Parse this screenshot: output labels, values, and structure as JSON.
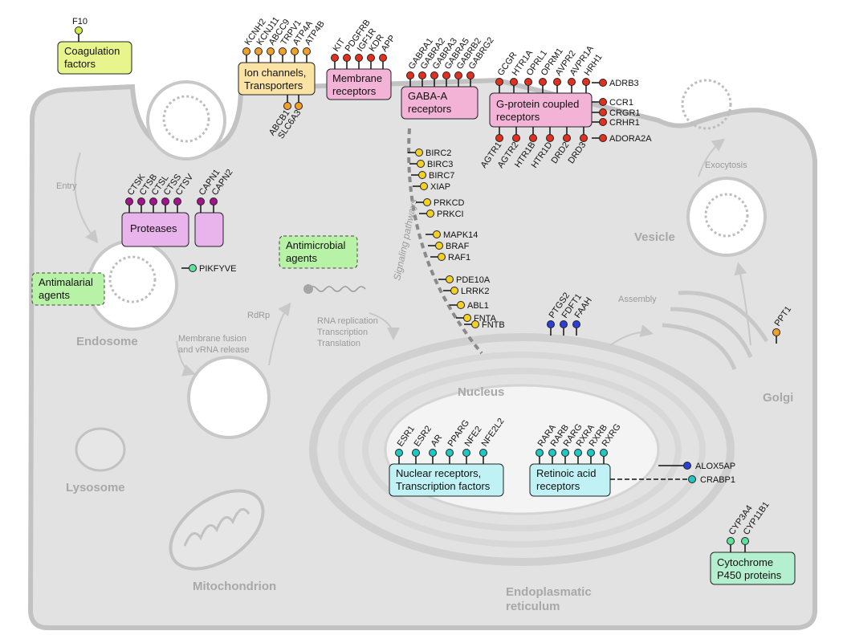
{
  "colors": {
    "yellow_green": "#d4e84a",
    "orange": "#f0a028",
    "red": "#e0301e",
    "pink": "#f2b3d6",
    "purple": "#a4138d",
    "purple_box": "#e9b3ec",
    "yellow": "#f2d024",
    "green": "#5ce39a",
    "blue": "#2b3fd6",
    "cyan": "#1fc7c0",
    "cyan_box": "#bff1f5",
    "mint_box": "#b4f0cf",
    "coag_box": "#e8f58c",
    "ion_box": "#fbe3a6",
    "antimal_box": "#b8f2a6",
    "cell_fill": "#e2e2e2",
    "line_gray": "#bdbdbd"
  },
  "groups": {
    "coagulation": {
      "label": [
        "Coagulation",
        "factors"
      ],
      "genes": [
        "F10"
      ]
    },
    "ion": {
      "label": [
        "Ion channels,",
        "Transporters"
      ],
      "genes_top": [
        "KCNH2",
        "KCNJ11",
        "ABCC9",
        "TRPV1",
        "ATP4A",
        "ATP4B"
      ],
      "genes_bottom": [
        "ABCB1",
        "SLC6A3"
      ]
    },
    "membrane": {
      "label": [
        "Membrane",
        "receptors"
      ],
      "genes": [
        "KIT",
        "PDGFRB",
        "IGF1R",
        "KDR",
        "APP"
      ]
    },
    "gaba": {
      "label": [
        "GABA-A",
        "receptors"
      ],
      "genes": [
        "GABRA1",
        "GABRA2",
        "GABRA3",
        "GABRA5",
        "GABRB2",
        "GABRG2"
      ]
    },
    "gpcr": {
      "label": [
        "G-protein coupled",
        "receptors"
      ],
      "genes_top": [
        "GCGR",
        "HTR1A",
        "OPRL1",
        "OPRM1",
        "AVPR2",
        "AVPR1A",
        "HRH1"
      ],
      "genes_right": [
        "ADRB3",
        "CCR1",
        "CRGR1",
        "CRHR1",
        "ADORA2A"
      ],
      "genes_bottom": [
        "AGTR1",
        "AGTR2",
        "HTR1B",
        "HTR1D",
        "DRD2",
        "DRD3"
      ]
    },
    "proteases": {
      "label": [
        "Proteases"
      ],
      "genes_main": [
        "CTSK",
        "CTSB",
        "CTSL",
        "CTSS",
        "CTSV"
      ],
      "genes_small": [
        "CAPN1",
        "CAPN2"
      ]
    },
    "antimalarial": {
      "label": [
        "Antimalarial",
        "agents"
      ],
      "genes": [
        "PIKFYVE"
      ]
    },
    "antimicrobial": {
      "label": [
        "Antimicrobial",
        "agents"
      ]
    },
    "signaling": {
      "label": "Signaling pathways",
      "genes": [
        "BIRC2",
        "BIRC3",
        "BIRC7",
        "XIAP",
        "PRKCD",
        "PRKCI",
        "MAPK14",
        "BRAF",
        "RAF1",
        "PDE10A",
        "LRRK2",
        "ABL1",
        "FNTA",
        "FNTB"
      ]
    },
    "er_blue": {
      "genes": [
        "PTGS2",
        "FDFT1",
        "FAAH"
      ]
    },
    "golgi": {
      "genes": [
        "PPT1"
      ]
    },
    "nuclear": {
      "label": [
        "Nuclear receptors,",
        "Transcription factors"
      ],
      "genes": [
        "ESR1",
        "ESR2",
        "AR",
        "PPARG",
        "NFE2",
        "NFE2L2"
      ]
    },
    "retinoic": {
      "label": [
        "Retinoic acid",
        "receptors"
      ],
      "genes": [
        "RARA",
        "RARB",
        "RARG",
        "RXRA",
        "RXRB",
        "RXRG"
      ],
      "side_genes": [
        "ALOX5AP",
        "CRABP1"
      ]
    },
    "cyp": {
      "label": [
        "Cytochrome",
        "P450 proteins"
      ],
      "genes": [
        "CYP3A4",
        "CYP11B1"
      ]
    }
  },
  "organelles": {
    "endosome": "Endosome",
    "lysosome": "Lysosome",
    "mitochondrion": "Mitochondrion",
    "nucleus": "Nucleus",
    "er": [
      "Endoplasmatic",
      "reticulum"
    ],
    "golgi": "Golgi",
    "vesicle": "Vesicle"
  },
  "processes": {
    "entry": "Entry",
    "fusion": [
      "Membrane fusion",
      "and vRNA release"
    ],
    "rdrp": "RdRp",
    "replication": [
      "RNA replication",
      "Transcription",
      "Translation"
    ],
    "assembly": "Assembly",
    "exocytosis": "Exocytosis"
  }
}
